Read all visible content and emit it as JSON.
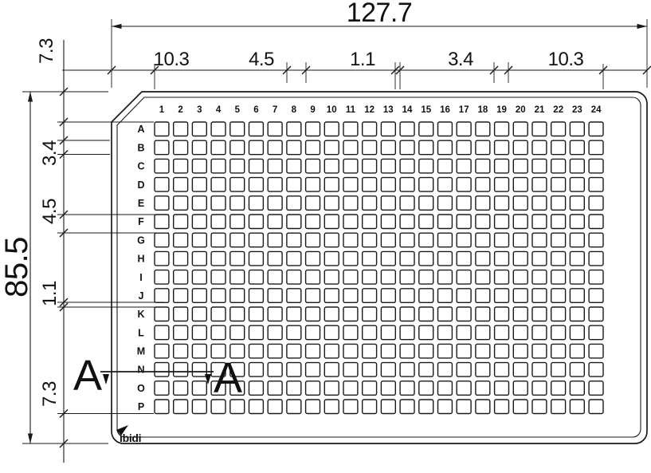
{
  "dimensions": {
    "overall_width": "127.7",
    "overall_height": "85.5",
    "top_left_vertical": "7.3",
    "top_chain": [
      "10.3",
      "4.5",
      "1.1",
      "3.4",
      "10.3"
    ],
    "left_chain": [
      "3.4",
      "4.5",
      "1.1",
      "7.3"
    ]
  },
  "section_marks": {
    "left": "A",
    "right": "A"
  },
  "plate": {
    "logo_text": "ibidi",
    "column_labels": [
      "1",
      "2",
      "3",
      "4",
      "5",
      "6",
      "7",
      "8",
      "9",
      "10",
      "11",
      "12",
      "13",
      "14",
      "15",
      "16",
      "17",
      "18",
      "19",
      "20",
      "21",
      "22",
      "23",
      "24"
    ],
    "row_labels": [
      "A",
      "B",
      "C",
      "D",
      "E",
      "F",
      "G",
      "H",
      "I",
      "J",
      "K",
      "L",
      "M",
      "N",
      "O",
      "P"
    ]
  },
  "colors": {
    "line": "#1a1a1a",
    "background": "#ffffff"
  }
}
